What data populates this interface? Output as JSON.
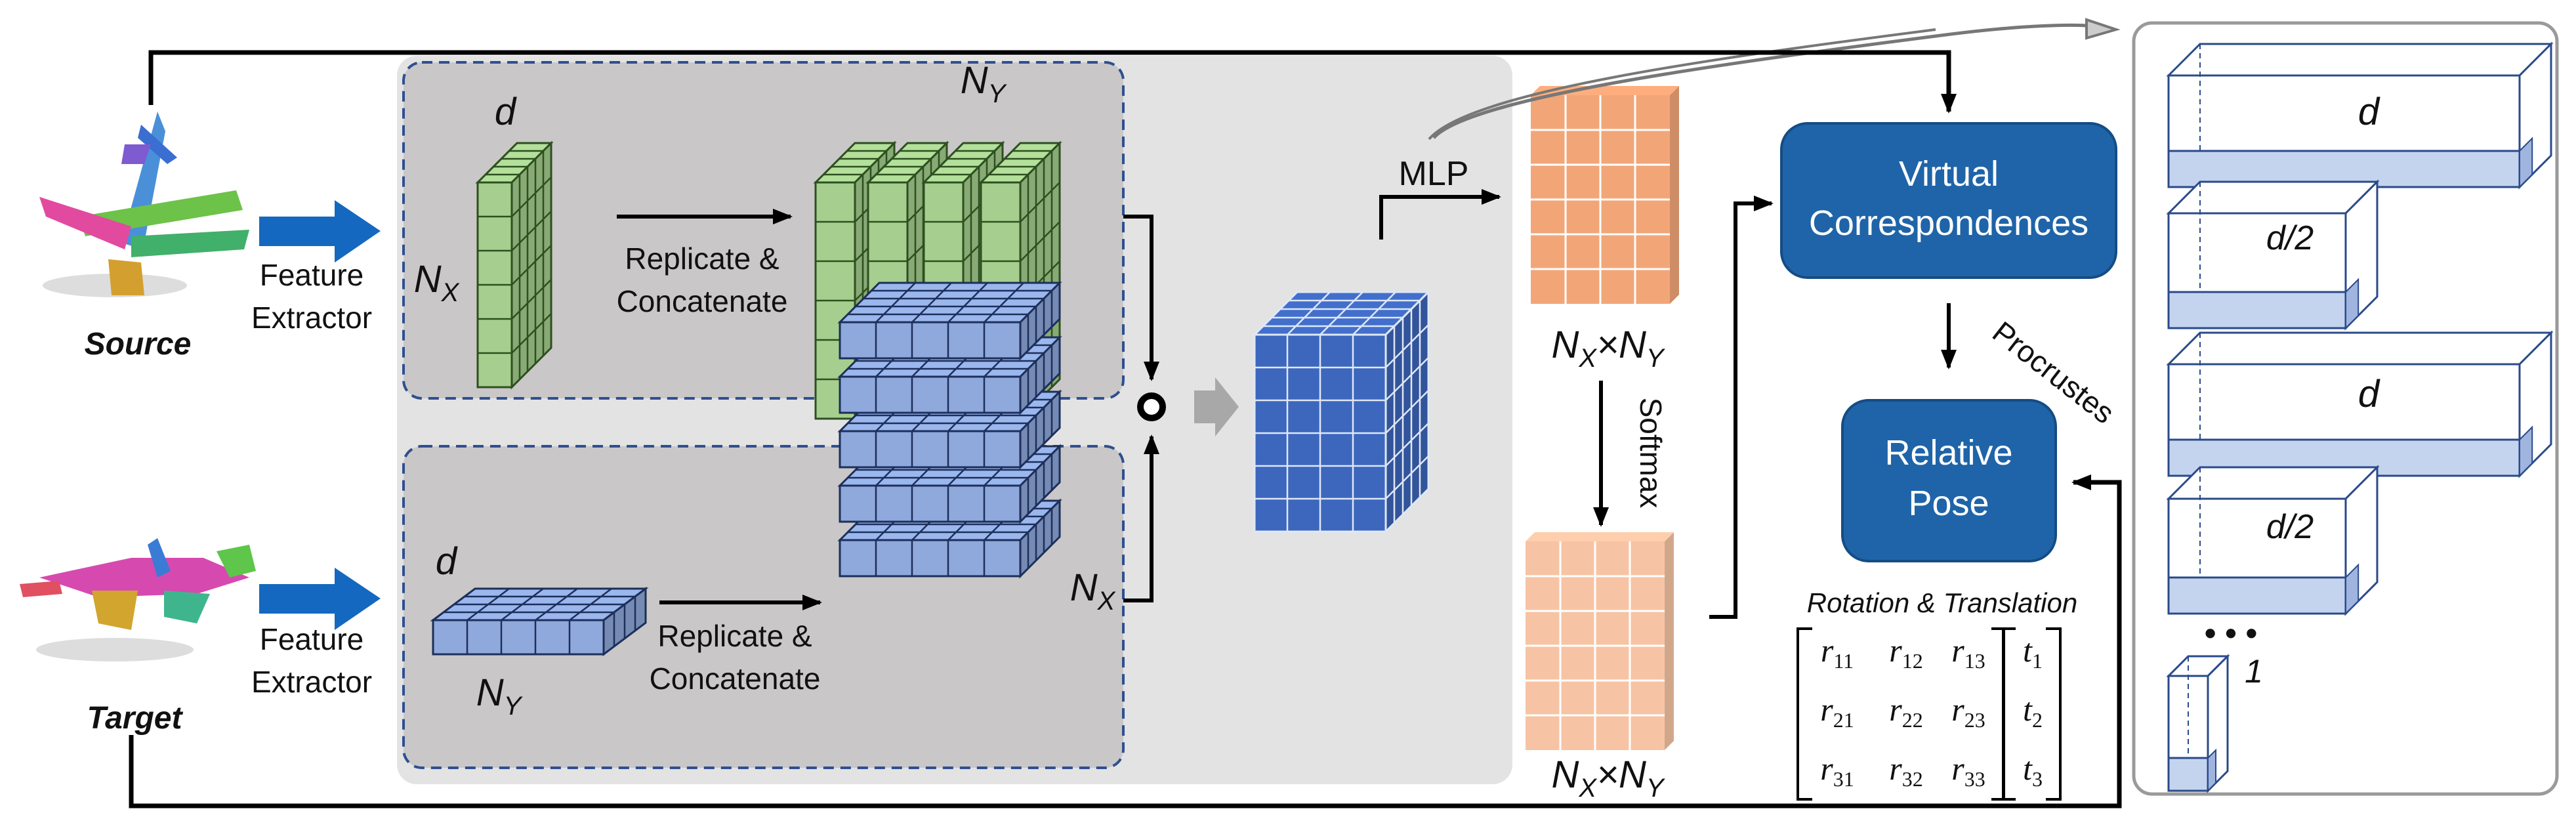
{
  "inputs": {
    "source_label": "Source",
    "target_label": "Target",
    "feature_extractor": [
      "Feature",
      "Extractor"
    ]
  },
  "symbols": {
    "d": "d",
    "N": "N",
    "sub_X": "X",
    "sub_Y": "Y",
    "times": "×",
    "d_half": "d/2",
    "one": "1",
    "ellipsis": "• • •"
  },
  "operations": {
    "replicate_concatenate": [
      "Replicate &",
      "Concatenate"
    ],
    "mlp": "MLP",
    "softmax": "Softmax",
    "procrustes": "Procrustes"
  },
  "boxes": {
    "virtual_correspondences": [
      "Virtual",
      "Correspondences"
    ],
    "relative_pose": [
      "Relative",
      "Pose"
    ]
  },
  "matrix": {
    "title": "Rotation & Translation",
    "rows": [
      [
        "r11",
        "r12",
        "r13",
        "t1"
      ],
      [
        "r21",
        "r22",
        "r23",
        "t2"
      ],
      [
        "r31",
        "r32",
        "r33",
        "t3"
      ]
    ]
  },
  "colors": {
    "green_cube": "#a6cf8f",
    "blue_cube": "#8fa9dc",
    "big_blue_cube": "#3d67bd",
    "orange_grid": "#f2a678",
    "light_orange_grid": "#f6c4a5",
    "box_blue": "#1f64a8",
    "panel_gray": "#e3e3e3",
    "inner_gray": "#c9c7c7",
    "arrow_blue": "#1568c0"
  }
}
